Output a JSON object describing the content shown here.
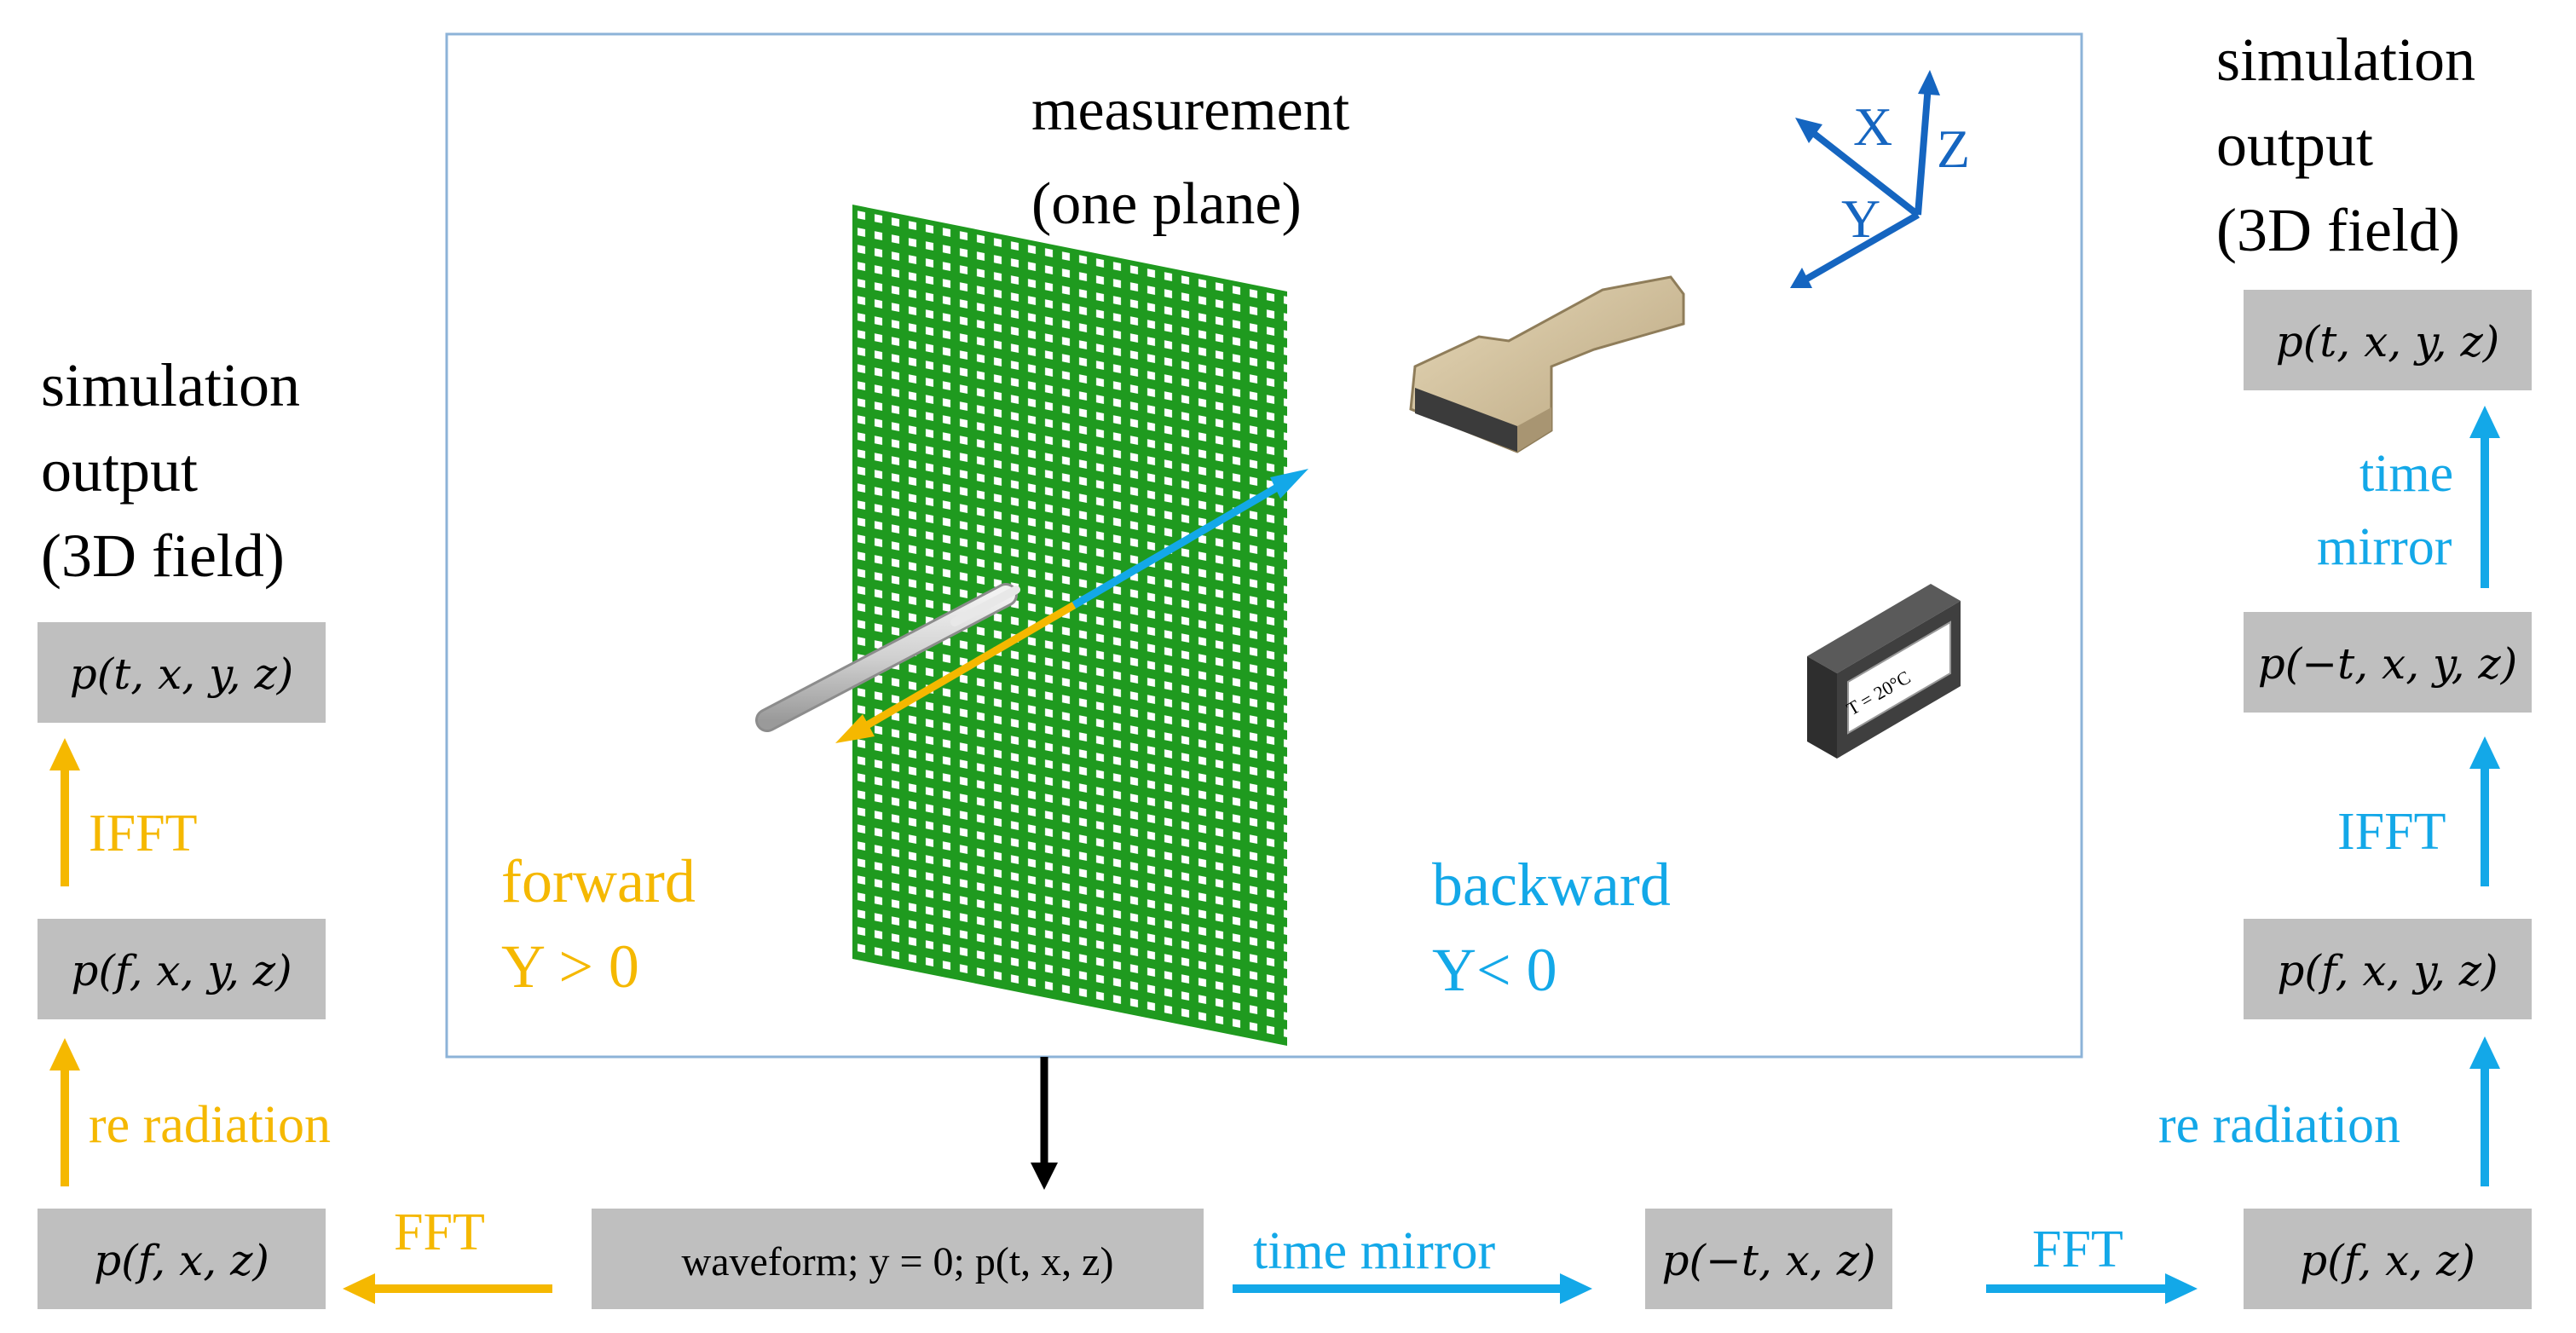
{
  "colors": {
    "forward": "#f5b800",
    "backward": "#13a8e8",
    "axis": "#1565c0",
    "box_fill": "#bfbfbf",
    "panel_border": "#8db3d8",
    "grid_green": "#1f9a1f",
    "text": "#000000"
  },
  "measurement": {
    "title_line1": "measurement",
    "title_line2": "(one plane)",
    "forward_label": "forward",
    "forward_condition": "Y > 0",
    "backward_label": "backward",
    "backward_condition": "Y< 0",
    "axes": {
      "x": "X",
      "y": "Y",
      "z": "Z"
    },
    "thermometer_text": "T   = 20°C"
  },
  "left_column": {
    "title_lines": [
      "simulation",
      "output",
      "(3D field)"
    ],
    "boxes": {
      "top": "p(t, x, y, z)",
      "middle": "p(f, x, y, z)",
      "bottom": "p(f, x, z)"
    },
    "labels": {
      "ifft": "IFFT",
      "re_radiation": "re radiation"
    }
  },
  "right_column": {
    "title_lines": [
      "simulation",
      "output",
      "(3D field)"
    ],
    "boxes": {
      "top": "p(t, x, y, z)",
      "second": "p(−t, x, y, z)",
      "third": "p(f, x, y, z)",
      "bottom": "p(f, x, z)"
    },
    "labels": {
      "time_mirror_1": "time",
      "time_mirror_2": "mirror",
      "ifft": "IFFT",
      "re_radiation": "re radiation"
    }
  },
  "bottom_row": {
    "waveform": "waveform; y = 0;  p(t, x, z)",
    "time_mirror_box": "p(−t, x, z)",
    "fft_left": "FFT",
    "fft_right": "FFT",
    "time_mirror_label": "time mirror"
  }
}
